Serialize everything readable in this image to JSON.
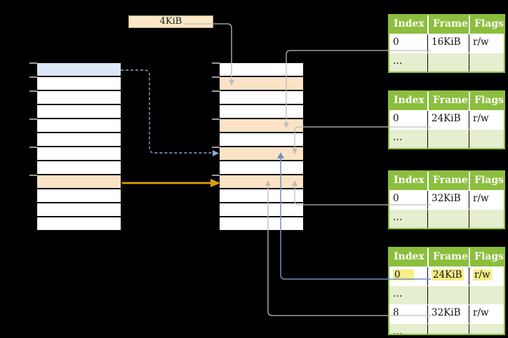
{
  "palette": {
    "background": "#000000",
    "row_white": "#ffffff",
    "row_blue": "#dbe6f7",
    "row_orange": "#fce3c6",
    "box_fill": "#fbe8c4",
    "box_border": "#b3a379",
    "table_green": "#8cbe3e",
    "table_light_green": "#e5eecf",
    "highlight_yellow": "#f5ee86",
    "arrow_gray": "#bdbdbd",
    "arrow_blue": "#6f8fc3",
    "arrow_dashed_blue": "#8ea9d6",
    "arrow_gold": "#df9d0a"
  },
  "page_size_box": {
    "label": "4KiB"
  },
  "left_table": {
    "rows": [
      "blue",
      "white",
      "white",
      "white",
      "white",
      "white",
      "white",
      "white",
      "orange",
      "white",
      "white",
      "white"
    ]
  },
  "middle_table": {
    "rows": [
      "white",
      "orange",
      "white",
      "white",
      "orange",
      "white",
      "orange",
      "white",
      "orange",
      "white",
      "white",
      "white"
    ]
  },
  "frame_tables": [
    {
      "name": "frame-table-1",
      "header": [
        "Index",
        "Frame",
        "Flags"
      ],
      "rows": [
        {
          "type": "data",
          "cells": [
            "0",
            "16KiB",
            "r/w"
          ],
          "highlight": false
        },
        {
          "type": "ellipsis",
          "cells": [
            "…",
            "",
            ""
          ],
          "highlight": false
        }
      ]
    },
    {
      "name": "frame-table-2",
      "header": [
        "Index",
        "Frame",
        "Flags"
      ],
      "rows": [
        {
          "type": "data",
          "cells": [
            "0",
            "24KiB",
            "r/w"
          ],
          "highlight": false
        },
        {
          "type": "ellipsis",
          "cells": [
            "…",
            "",
            ""
          ],
          "highlight": false
        }
      ]
    },
    {
      "name": "frame-table-3",
      "header": [
        "Index",
        "Frame",
        "Flags"
      ],
      "rows": [
        {
          "type": "data",
          "cells": [
            "0",
            "32KiB",
            "r/w"
          ],
          "highlight": false
        },
        {
          "type": "ellipsis",
          "cells": [
            "…",
            "",
            ""
          ],
          "highlight": false
        }
      ]
    },
    {
      "name": "frame-table-4",
      "header": [
        "Index",
        "Frame",
        "Flags"
      ],
      "rows": [
        {
          "type": "data",
          "cells": [
            "0",
            "24KiB",
            "r/w"
          ],
          "highlight": true
        },
        {
          "type": "ellipsis",
          "cells": [
            "…",
            "",
            ""
          ],
          "highlight": false
        },
        {
          "type": "data",
          "cells": [
            "8",
            "32KiB",
            "r/w"
          ],
          "highlight": false
        },
        {
          "type": "ellipsis",
          "cells": [
            "…",
            "",
            ""
          ],
          "highlight": false
        }
      ]
    }
  ],
  "connectors": [
    {
      "name": "connector-4kib-to-directory",
      "style": "gray"
    },
    {
      "name": "connector-frame-table-1",
      "style": "gray"
    },
    {
      "name": "connector-frame-table-2",
      "style": "gray"
    },
    {
      "name": "connector-frame-table-3",
      "style": "gray"
    },
    {
      "name": "connector-frame-table-4-row8",
      "style": "gray"
    },
    {
      "name": "connector-frame-table-4-row0",
      "style": "blue"
    },
    {
      "name": "connector-virtual-page-mapping",
      "style": "dashed-blue"
    },
    {
      "name": "connector-virtual-page-direct",
      "style": "gold"
    }
  ]
}
